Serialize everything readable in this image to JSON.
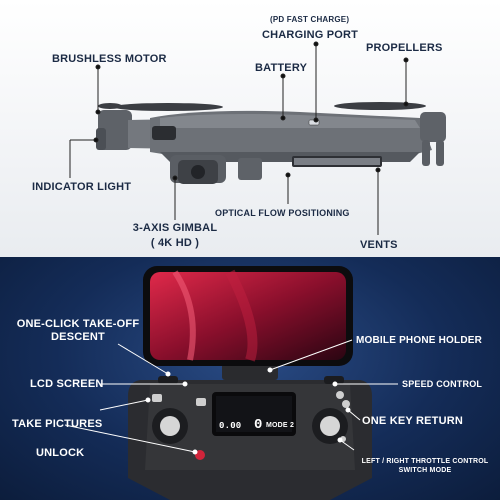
{
  "drone": {
    "labels": {
      "brushless_motor": "BRUSHLESS MOTOR",
      "battery": "BATTERY",
      "charging_note": "(PD FAST CHARGE)",
      "charging_port": "CHARGING PORT",
      "propellers": "PROPELLERS",
      "indicator_light": "INDICATOR LIGHT",
      "gimbal": "3-AXIS GIMBAL",
      "gimbal_res": "( 4K HD )",
      "optical_flow": "OPTICAL FLOW POSITIONING",
      "vents": "VENTS"
    }
  },
  "controller": {
    "labels": {
      "one_click_takeoff_1": "ONE-CLICK TAKE-OFF",
      "one_click_takeoff_2": "DESCENT",
      "mobile_holder": "MOBILE PHONE HOLDER",
      "lcd_screen": "LCD SCREEN",
      "speed_control": "SPEED CONTROL",
      "take_pictures": "TAKE PICTURES",
      "one_key_return": "ONE KEY RETURN",
      "unlock": "UNLOCK",
      "throttle_1": "LEFT / RIGHT THROTTLE CONTROL",
      "throttle_2": "SWITCH MODE"
    },
    "lcd": {
      "left_digits": "0.00",
      "mid_digit": "0",
      "mode": "MODE 2"
    }
  },
  "colors": {
    "accent_line": "#222222",
    "bottom_bg": "#142c58",
    "drone_body": "#6d7177"
  }
}
